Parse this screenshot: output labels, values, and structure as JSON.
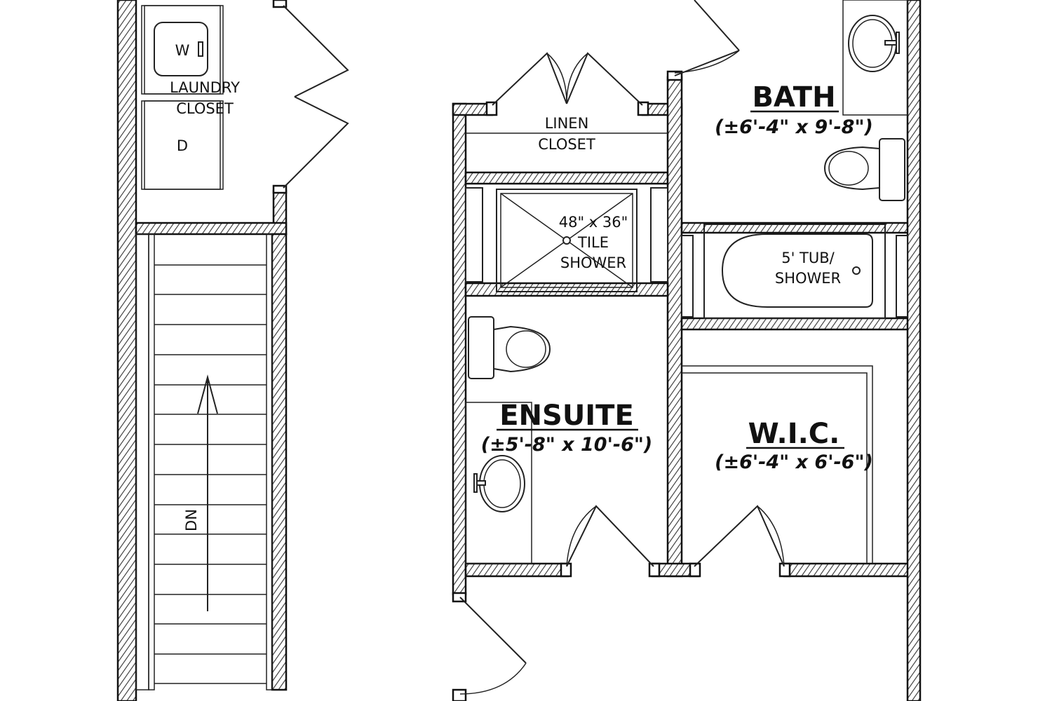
{
  "rooms": {
    "laundry": {
      "w_label": "W",
      "d_label": "D",
      "line1": "LAUNDRY",
      "line2": "CLOSET"
    },
    "linen": {
      "line1": "LINEN",
      "line2": "CLOSET"
    },
    "shower": {
      "line1": "48\" x 36\"",
      "line2": "TILE",
      "line3": "SHOWER"
    },
    "tub": {
      "line1": "5' TUB/",
      "line2": "SHOWER"
    },
    "bath": {
      "name": "BATH",
      "dims": "(±6'-4\" x 9'-8\")"
    },
    "ensuite": {
      "name": "ENSUITE",
      "dims": "(±5'-8\" x 10'-6\")"
    },
    "wic": {
      "name": "W.I.C.",
      "dims": "(±6'-4\" x 6'-6\")"
    }
  },
  "stair": {
    "direction_label": "DN"
  }
}
